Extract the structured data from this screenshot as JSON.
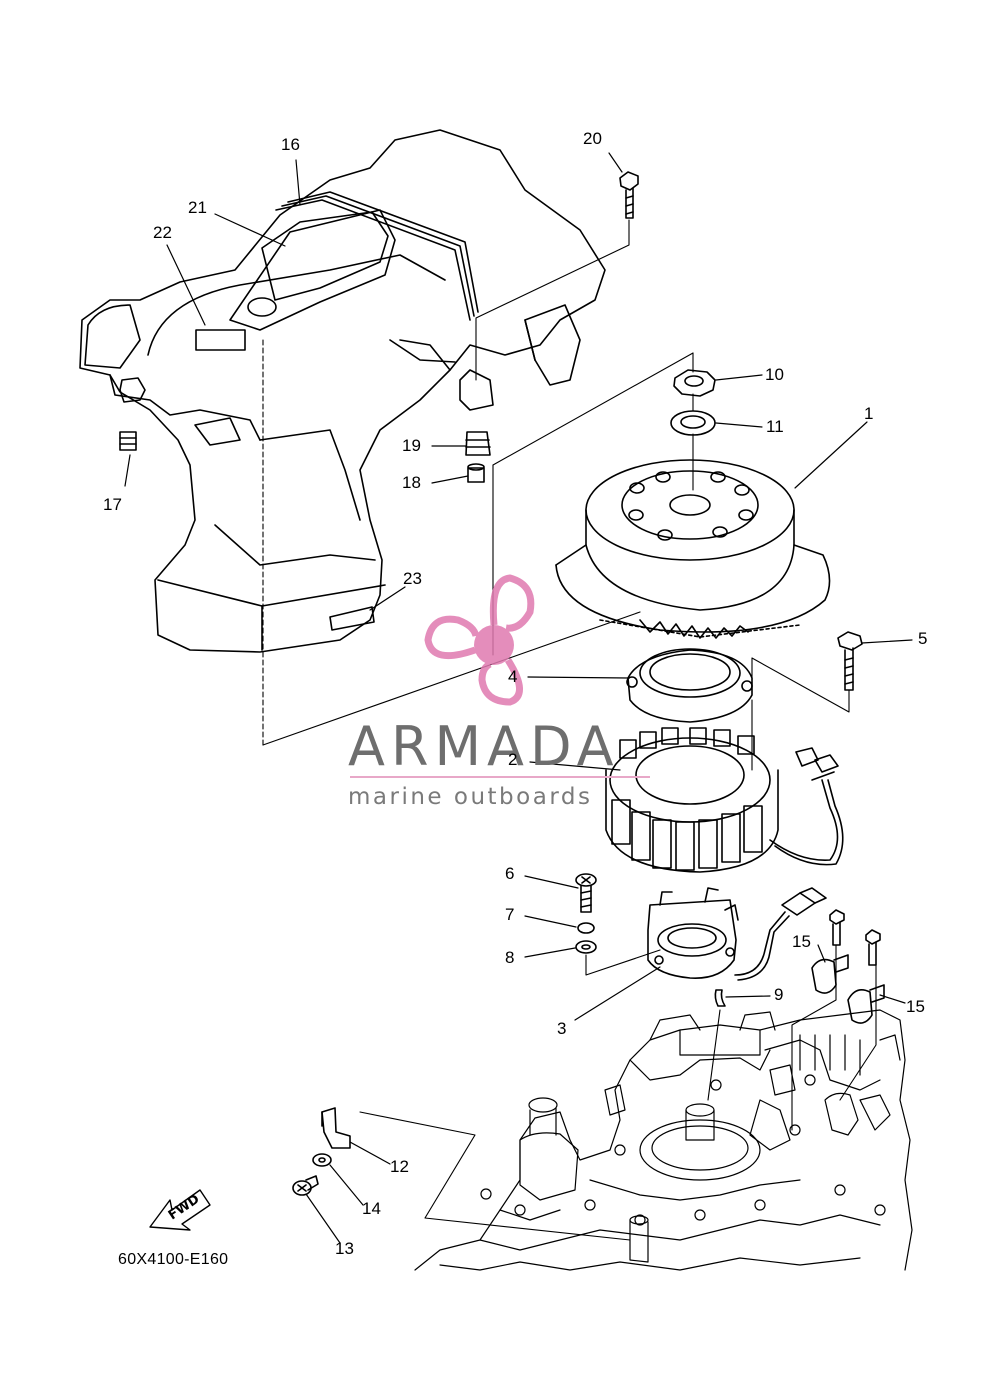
{
  "diagram": {
    "part_code": "60X4100-E160",
    "fwd_label": "FWD",
    "callouts": [
      "1",
      "2",
      "3",
      "4",
      "5",
      "6",
      "7",
      "8",
      "9",
      "10",
      "11",
      "12",
      "13",
      "14",
      "15",
      "15",
      "16",
      "17",
      "18",
      "19",
      "20",
      "21",
      "22",
      "23"
    ]
  },
  "watermark": {
    "brand": "ARMADA",
    "tagline": "marine outboards",
    "color": "#e07ab0"
  }
}
